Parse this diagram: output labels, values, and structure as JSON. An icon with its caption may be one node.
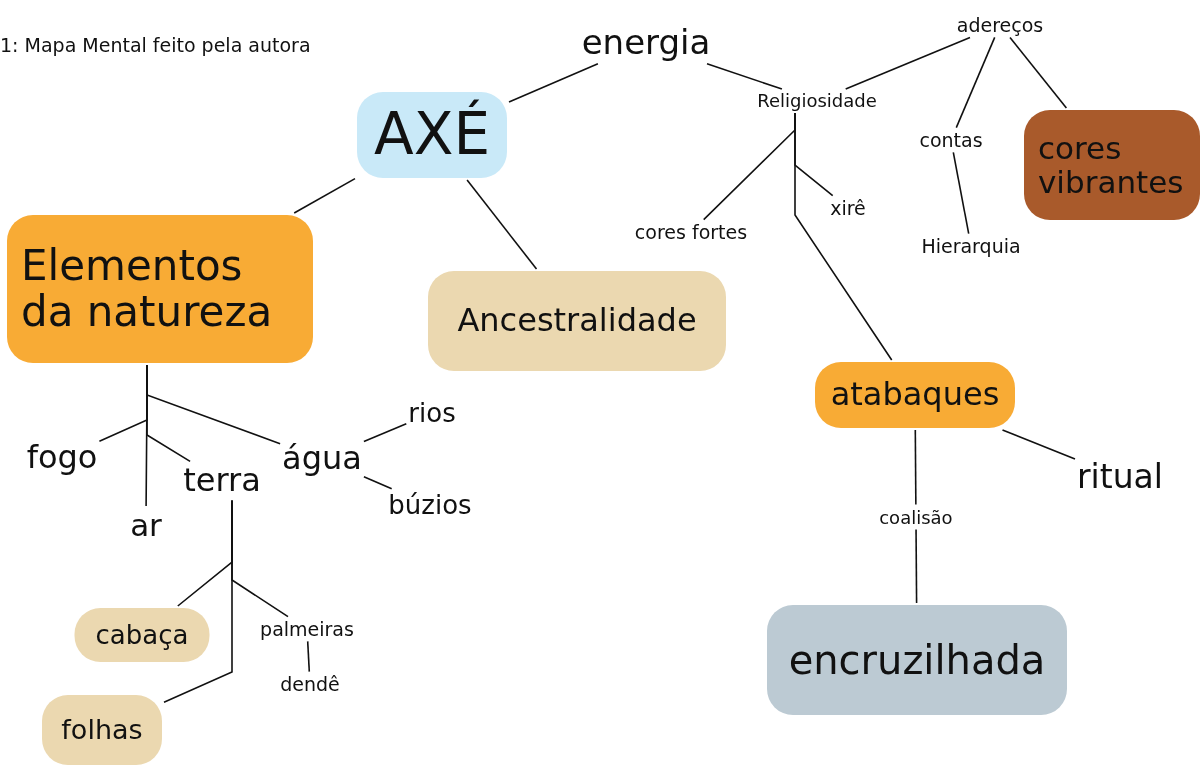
{
  "diagram": {
    "title": "1: Mapa Mental feito pela autora",
    "nodes": [
      {
        "text": [
          "AXÉ"
        ]
      },
      {
        "text": [
          "energia"
        ]
      },
      {
        "text": [
          "Religiosidade"
        ]
      },
      {
        "text": [
          "adereços"
        ]
      },
      {
        "text": [
          "contas"
        ]
      },
      {
        "text": [
          "Hierarquia"
        ]
      },
      {
        "text": [
          "cores vibrantes"
        ]
      },
      {
        "text": [
          "cores fortes"
        ]
      },
      {
        "text": [
          "xirê"
        ]
      },
      {
        "text": [
          "atabaques"
        ]
      },
      {
        "text": [
          "ritual"
        ]
      },
      {
        "text": [
          "encruzilhada"
        ]
      },
      {
        "text": [
          "Elementos da natureza"
        ]
      },
      {
        "text": [
          "Ancestralidade"
        ]
      },
      {
        "text": [
          "fogo"
        ]
      },
      {
        "text": [
          "ar"
        ]
      },
      {
        "text": [
          "terra"
        ]
      },
      {
        "text": [
          "água"
        ]
      },
      {
        "text": [
          "rios"
        ]
      },
      {
        "text": [
          "búzios"
        ]
      },
      {
        "text": [
          "cabaça"
        ]
      },
      {
        "text": [
          "palmeiras"
        ]
      },
      {
        "text": [
          "dendê"
        ]
      },
      {
        "text": [
          "folhas"
        ]
      }
    ],
    "edges": [
      {
        "from": 0,
        "to": 1,
        "arrow": "none"
      },
      {
        "from": 1,
        "to": 2,
        "arrow": "none"
      },
      {
        "from": 2,
        "to": 3,
        "arrow": "none"
      },
      {
        "from": 3,
        "to": 4,
        "arrow": "none"
      },
      {
        "from": 4,
        "to": 5,
        "arrow": "none"
      },
      {
        "from": 3,
        "to": 6,
        "arrow": "none"
      },
      {
        "from": 2,
        "to": 7,
        "arrow": "none"
      },
      {
        "from": 2,
        "to": 8,
        "arrow": "none"
      },
      {
        "from": 2,
        "to": 9,
        "arrow": "none"
      },
      {
        "from": 9,
        "to": 10,
        "arrow": "none"
      },
      {
        "from": 9,
        "to": 11,
        "arrow": "none",
        "label": "coalisão"
      },
      {
        "from": 0,
        "to": 12,
        "arrow": "none"
      },
      {
        "from": 0,
        "to": 13,
        "arrow": "none"
      },
      {
        "from": 12,
        "to": 14,
        "arrow": "none"
      },
      {
        "from": 12,
        "to": 15,
        "arrow": "none"
      },
      {
        "from": 12,
        "to": 16,
        "arrow": "none"
      },
      {
        "from": 12,
        "to": 17,
        "arrow": "none"
      },
      {
        "from": 17,
        "to": 18,
        "arrow": "none"
      },
      {
        "from": 17,
        "to": 19,
        "arrow": "none"
      },
      {
        "from": 16,
        "to": 20,
        "arrow": "none"
      },
      {
        "from": 16,
        "to": 21,
        "arrow": "none"
      },
      {
        "from": 21,
        "to": 22,
        "arrow": "none"
      },
      {
        "from": 16,
        "to": 23,
        "arrow": "none"
      }
    ]
  }
}
